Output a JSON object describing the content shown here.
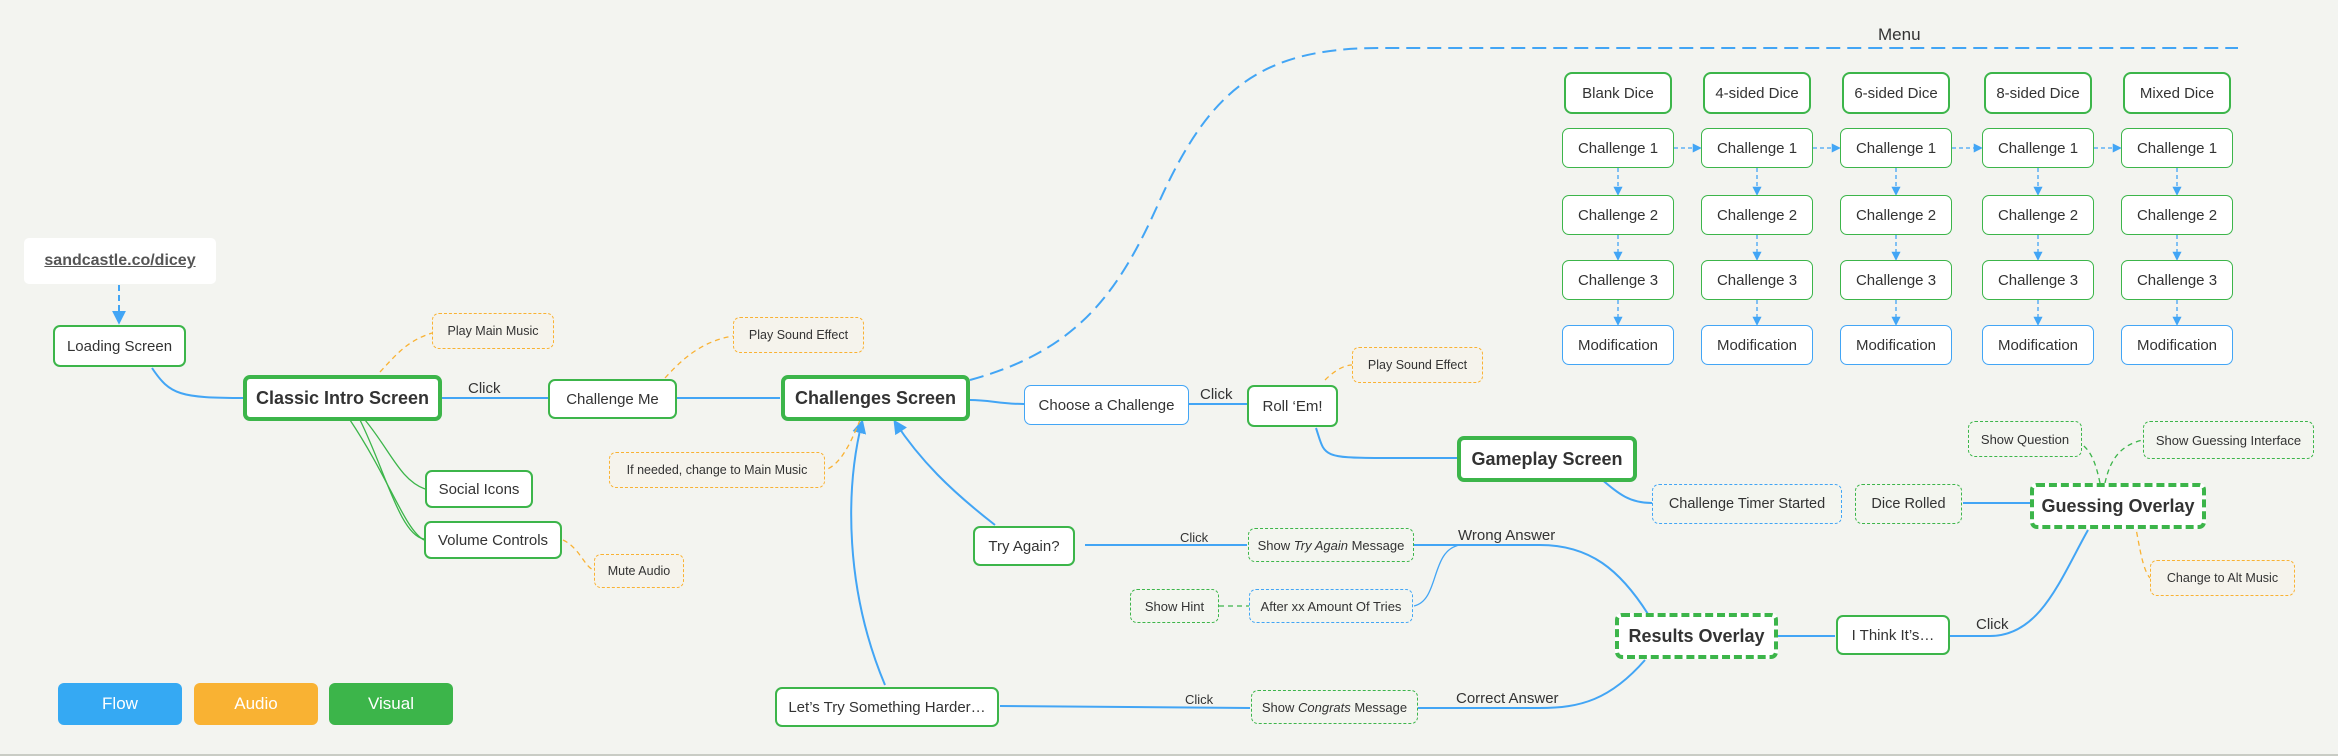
{
  "url": "sandcastle.co/dicey",
  "menu_label": "Menu",
  "nodes": {
    "loading_screen": "Loading Screen",
    "classic_intro": "Classic Intro Screen",
    "play_main_music": "Play Main Music",
    "social_icons": "Social Icons",
    "volume_controls": "Volume Controls",
    "mute_audio": "Mute Audio",
    "challenge_me": "Challenge Me",
    "play_sound_effect_1": "Play Sound Effect",
    "if_needed_music": "If needed, change to Main Music",
    "challenges_screen": "Challenges Screen",
    "choose_challenge": "Choose a Challenge",
    "roll_em": "Roll ‘Em!",
    "play_sound_effect_2": "Play Sound Effect",
    "gameplay_screen": "Gameplay Screen",
    "challenge_timer": "Challenge Timer Started",
    "dice_rolled": "Dice Rolled",
    "guessing_overlay": "Guessing Overlay",
    "show_question": "Show Question",
    "show_guessing_interface": "Show Guessing Interface",
    "change_alt_music": "Change to Alt Music",
    "i_think_its": "I Think It’s…",
    "results_overlay": "Results Overlay",
    "try_again": "Try Again?",
    "show_try_again_prefix": "Show ",
    "show_try_again_em": "Try Again",
    "show_try_again_suffix": " Message",
    "show_hint": "Show Hint",
    "after_xx_tries": "After xx Amount Of Tries",
    "lets_try_harder": "Let’s Try Something Harder…",
    "show_congrats_prefix": "Show ",
    "show_congrats_em": "Congrats",
    "show_congrats_suffix": " Message"
  },
  "edge_labels": {
    "click_intro": "Click",
    "click_choose": "Click",
    "click_try_again": "Click",
    "click_harder": "Click",
    "click_think": "Click",
    "wrong_answer": "Wrong Answer",
    "correct_answer": "Correct Answer"
  },
  "dice_columns": [
    {
      "header": "Blank Dice",
      "items": [
        "Challenge 1",
        "Challenge 2",
        "Challenge 3"
      ],
      "modification": "Modification"
    },
    {
      "header": "4-sided Dice",
      "items": [
        "Challenge 1",
        "Challenge 2",
        "Challenge 3"
      ],
      "modification": "Modification"
    },
    {
      "header": "6-sided Dice",
      "items": [
        "Challenge 1",
        "Challenge 2",
        "Challenge 3"
      ],
      "modification": "Modification"
    },
    {
      "header": "8-sided Dice",
      "items": [
        "Challenge 1",
        "Challenge 2",
        "Challenge 3"
      ],
      "modification": "Modification"
    },
    {
      "header": "Mixed Dice",
      "items": [
        "Challenge 1",
        "Challenge 2",
        "Challenge 3"
      ],
      "modification": "Modification"
    }
  ],
  "legend": [
    {
      "label": "Flow",
      "color": "#35a9f3"
    },
    {
      "label": "Audio",
      "color": "#f9b233"
    },
    {
      "label": "Visual",
      "color": "#3cb54a"
    }
  ],
  "colors": {
    "flow": "#42a5f5",
    "audio": "#f9b233",
    "visual": "#3cb54a",
    "background": "#f3f4f0"
  }
}
